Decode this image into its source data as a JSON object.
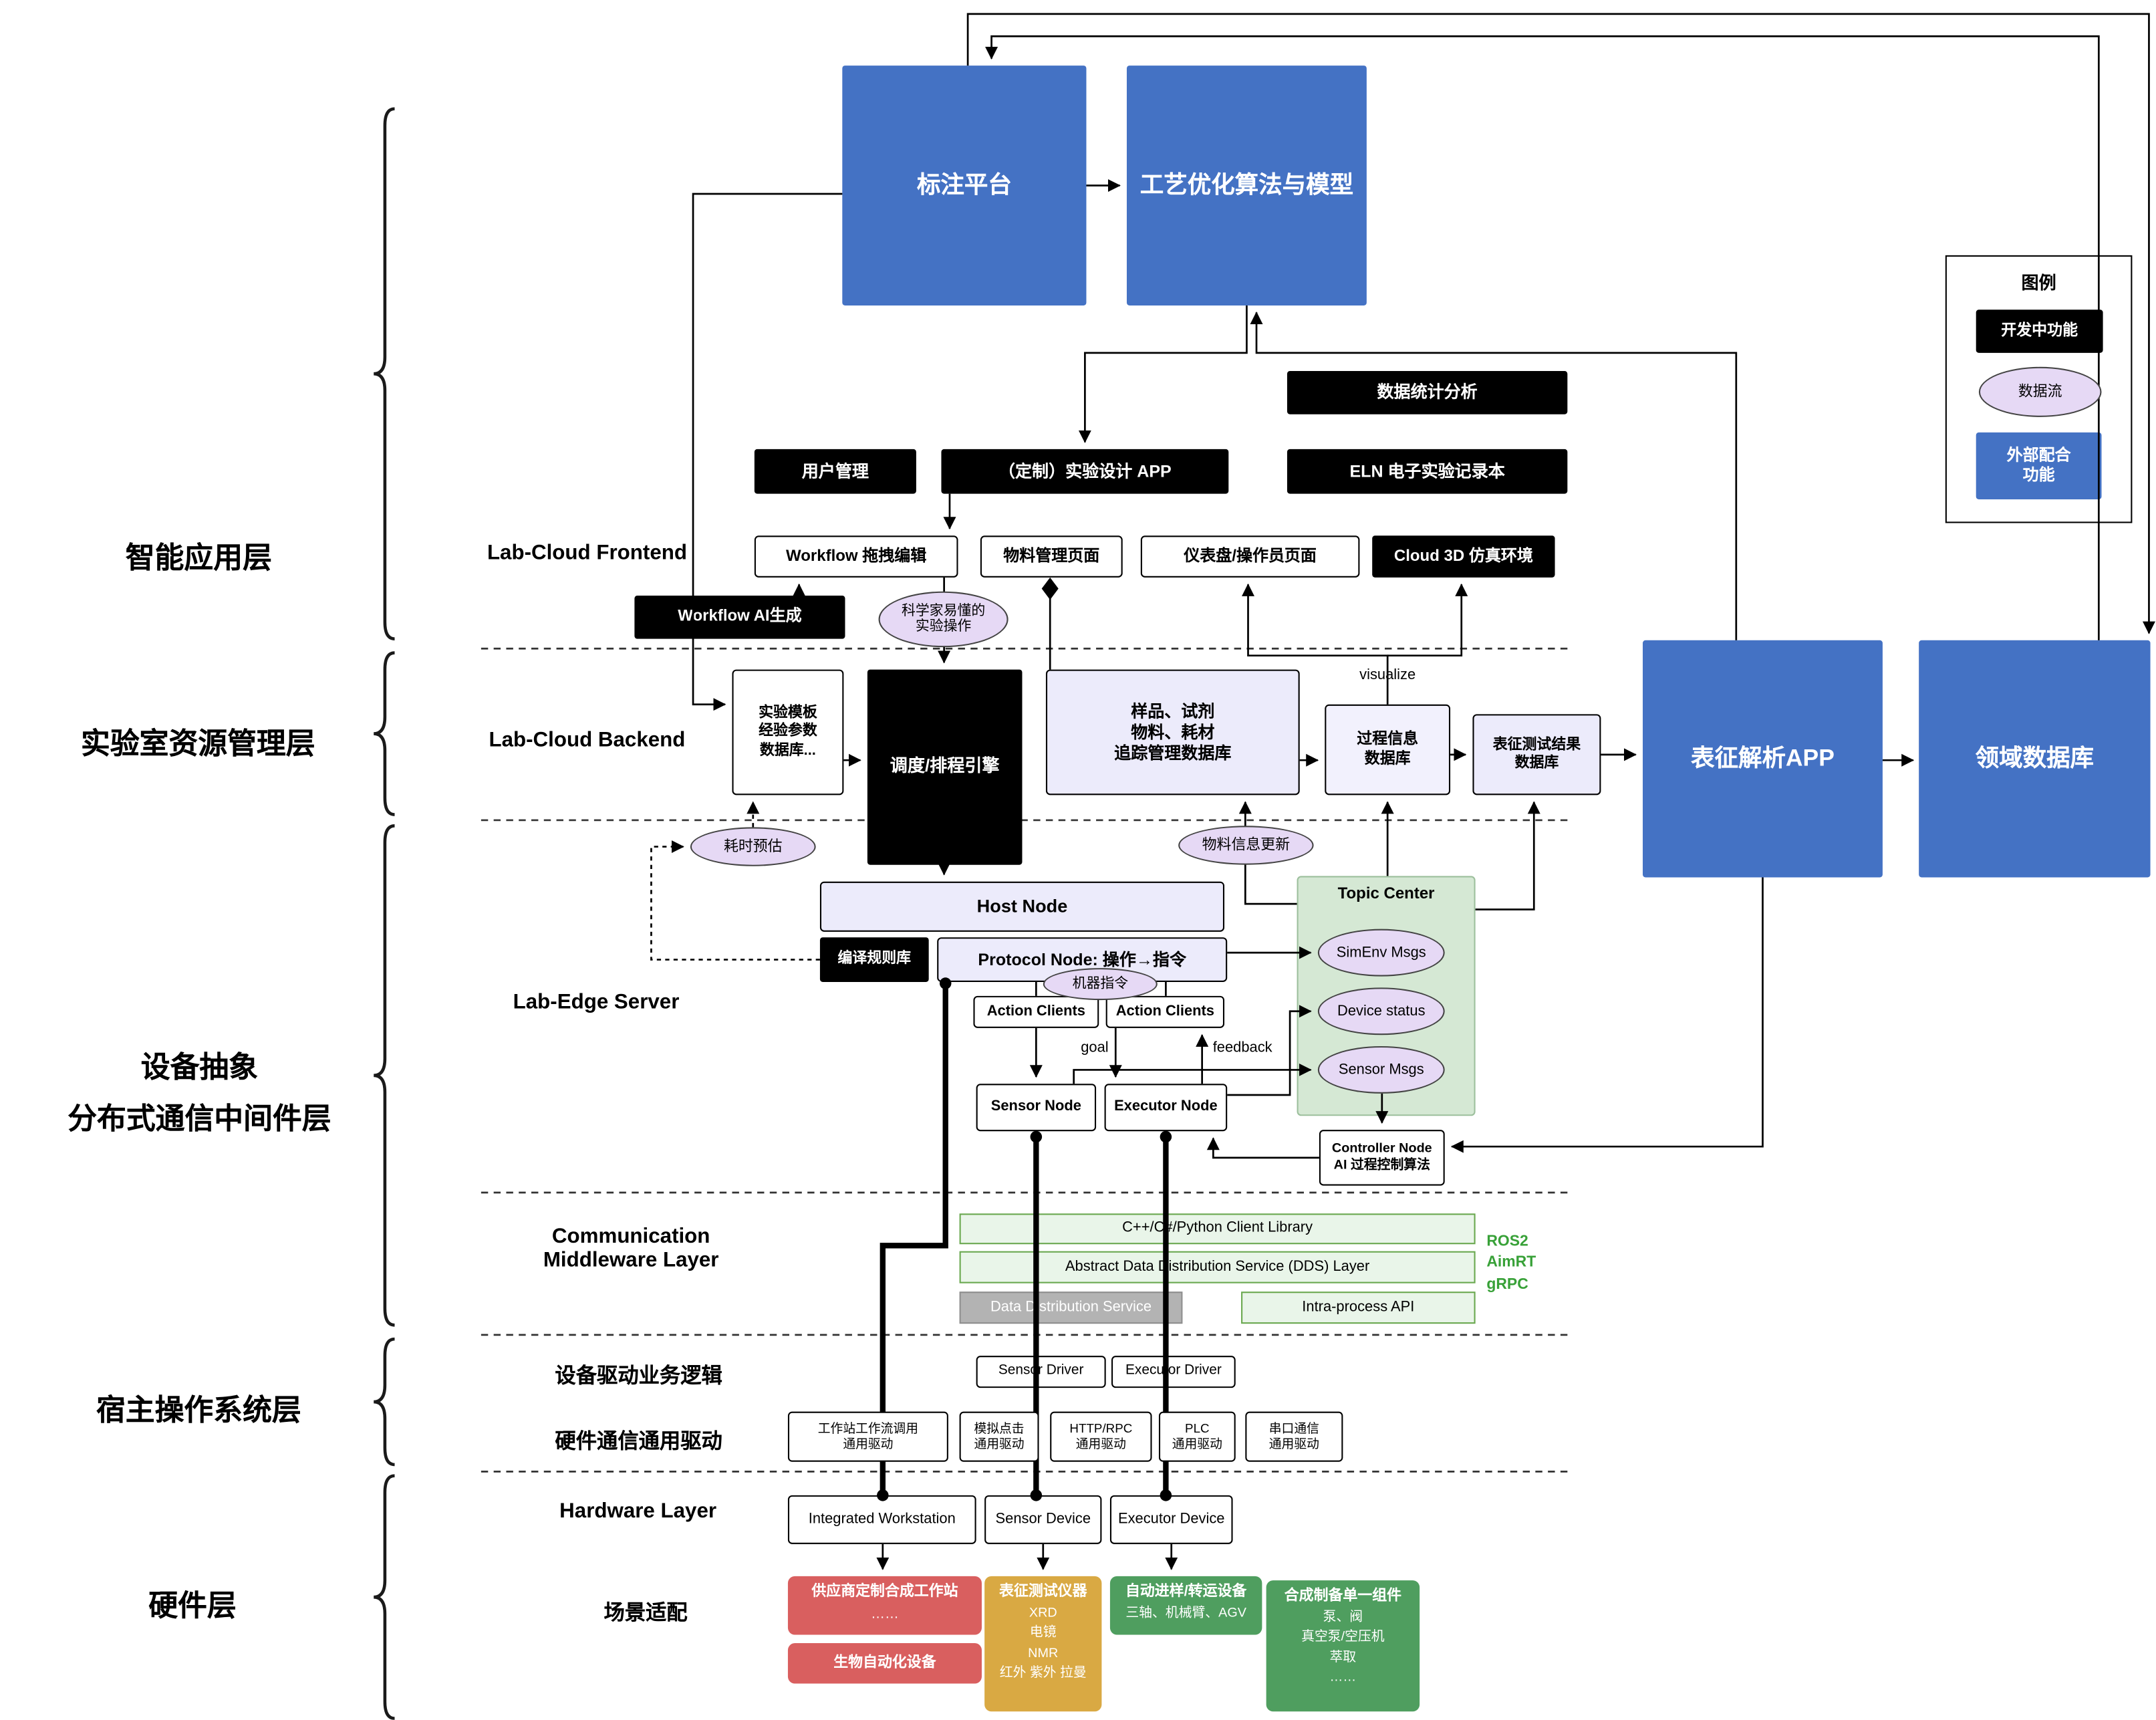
{
  "colors": {
    "blue": "#4472c4",
    "black": "#000000",
    "purple_fill": "#e6d9f5",
    "topic_green": "#d5e8d4",
    "light_green": "#e9f5e9",
    "gray": "#b3b3b3",
    "red": "#d95f5f",
    "gold": "#d9a943",
    "green": "#4f9e5f"
  },
  "left_labels": {
    "app": "智能应用层",
    "resource": "实验室资源管理层",
    "middleware": "设备抽象\n分布式通信中间件层",
    "host_os": "宿主操作系统层",
    "hardware": "硬件层"
  },
  "section_labels": {
    "frontend": "Lab-Cloud Frontend",
    "backend": "Lab-Cloud Backend",
    "edge": "Lab-Edge Server",
    "comm": "Communication\nMiddleware Layer",
    "driver_logic": "设备驱动业务逻辑",
    "hw_comm": "硬件通信通用驱动",
    "hardware": "Hardware Layer",
    "scenario": "场景适配"
  },
  "legend": {
    "title": "图例",
    "developing": "开发中功能",
    "dataflow": "数据流",
    "external": "外部配合\n功能"
  },
  "top": {
    "annotation": "标注平台",
    "optimization": "工艺优化算法与模型"
  },
  "app_layer": {
    "stats": "数据统计分析",
    "user_mgmt": "用户管理",
    "design_app": "（定制）实验设计 APP",
    "eln": "ELN 电子实验记录本",
    "workflow_edit": "Workflow 拖拽编辑",
    "material_page": "物料管理页面",
    "dashboard": "仪表盘/操作员页面",
    "cloud3d": "Cloud 3D 仿真环境",
    "workflow_ai": "Workflow AI生成",
    "scientist_ops": "科学家易懂的\n实验操作"
  },
  "backend": {
    "template_db": "实验模板\n经验参数\n数据库...",
    "scheduler": "调度/排程引擎",
    "tracking_db": "样品、试剂\n物料、耗材\n追踪管理数据库",
    "process_db": "过程信息\n数据库",
    "char_result_db": "表征测试结果\n数据库",
    "char_app": "表征解析APP",
    "domain_db": "领域数据库",
    "time_estimate": "耗时预估",
    "material_update": "物料信息更新",
    "visualize": "visualize"
  },
  "edge": {
    "host_node": "Host Node",
    "rule_lib": "编译规则库",
    "protocol_node": "Protocol Node: 操作→指令",
    "machine_cmd": "机器指令",
    "action_clients": [
      "Action Clients",
      "Action Clients"
    ],
    "goal": "goal",
    "feedback": "feedback",
    "sensor_node": "Sensor Node",
    "executor_node": "Executor Node",
    "topic_center": "Topic Center",
    "simenv_msgs": "SimEnv Msgs",
    "device_status": "Device status",
    "sensor_msgs": "Sensor Msgs",
    "controller_node": "Controller Node\nAI 过程控制算法"
  },
  "middleware": {
    "client_lib": "C++/C#/Python Client Library",
    "dds_layer": "Abstract Data Distribution Service (DDS) Layer",
    "dds_service": "Data Distribution Service",
    "intra_api": "Intra-process API",
    "frameworks": "ROS2\nAimRT\ngRPC"
  },
  "host_os": {
    "sensor_driver": "Sensor Driver",
    "executor_driver": "Executor Driver",
    "drivers": [
      "工作站工作流调用\n通用驱动",
      "模拟点击\n通用驱动",
      "HTTP/RPC\n通用驱动",
      "PLC\n通用驱动",
      "串口通信\n通用驱动"
    ]
  },
  "hardware": {
    "workstation": "Integrated Workstation",
    "sensor_device": "Sensor Device",
    "executor_device": "Executor Device"
  },
  "scenario": {
    "vendor_ws": {
      "title": "供应商定制合成工作站",
      "sub": "……"
    },
    "bio": {
      "title": "生物自动化设备",
      "sub": ""
    },
    "char_inst": {
      "title": "表征测试仪器",
      "sub": "XRD\n电镜\nNMR\n红外 紫外 拉曼"
    },
    "transfer": {
      "title": "自动进样/转运设备",
      "sub": "三轴、机械臂、AGV"
    },
    "synthesis": {
      "title": "合成制备单一组件",
      "sub": "泵、阀\n真空泵/空压机\n萃取\n……"
    }
  }
}
